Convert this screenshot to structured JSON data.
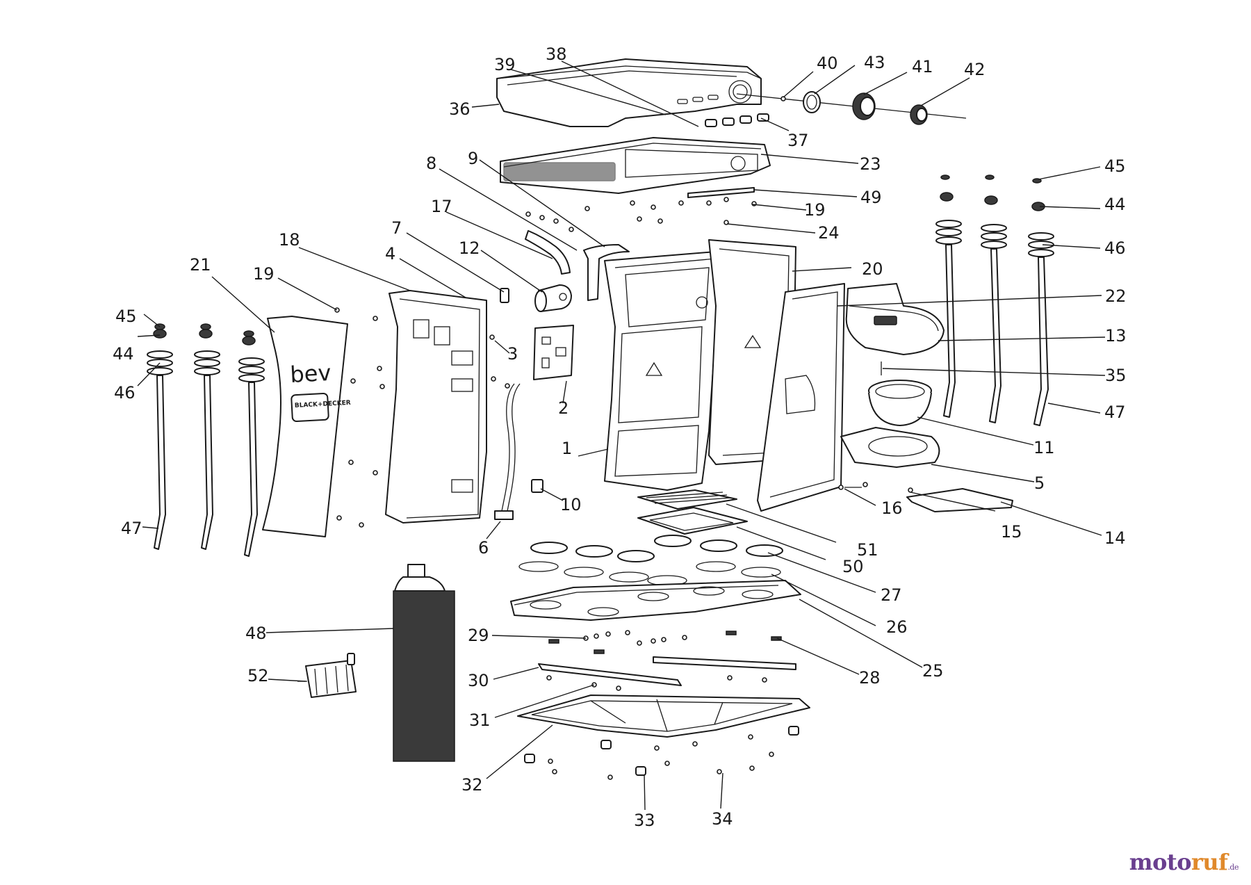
{
  "brand": {
    "product_logo": "bev",
    "maker_logo": "BLACK+DECKER"
  },
  "watermark": {
    "part1": "moto",
    "part2": "ruf",
    "suffix": ".de"
  },
  "callouts": [
    {
      "id": "1",
      "label": "1"
    },
    {
      "id": "2",
      "label": "2"
    },
    {
      "id": "3",
      "label": "3"
    },
    {
      "id": "4",
      "label": "4"
    },
    {
      "id": "5",
      "label": "5"
    },
    {
      "id": "6",
      "label": "6"
    },
    {
      "id": "7",
      "label": "7"
    },
    {
      "id": "8",
      "label": "8"
    },
    {
      "id": "9",
      "label": "9"
    },
    {
      "id": "10",
      "label": "10"
    },
    {
      "id": "11",
      "label": "11"
    },
    {
      "id": "12",
      "label": "12"
    },
    {
      "id": "13",
      "label": "13"
    },
    {
      "id": "14",
      "label": "14"
    },
    {
      "id": "15",
      "label": "15"
    },
    {
      "id": "16",
      "label": "16"
    },
    {
      "id": "17",
      "label": "17"
    },
    {
      "id": "18",
      "label": "18"
    },
    {
      "id": "19a",
      "label": "19"
    },
    {
      "id": "19b",
      "label": "19"
    },
    {
      "id": "20",
      "label": "20"
    },
    {
      "id": "21",
      "label": "21"
    },
    {
      "id": "22",
      "label": "22"
    },
    {
      "id": "23",
      "label": "23"
    },
    {
      "id": "24",
      "label": "24"
    },
    {
      "id": "25",
      "label": "25"
    },
    {
      "id": "26",
      "label": "26"
    },
    {
      "id": "27",
      "label": "27"
    },
    {
      "id": "28",
      "label": "28"
    },
    {
      "id": "29",
      "label": "29"
    },
    {
      "id": "30",
      "label": "30"
    },
    {
      "id": "31",
      "label": "31"
    },
    {
      "id": "32",
      "label": "32"
    },
    {
      "id": "33",
      "label": "33"
    },
    {
      "id": "34",
      "label": "34"
    },
    {
      "id": "35",
      "label": "35"
    },
    {
      "id": "36",
      "label": "36"
    },
    {
      "id": "37",
      "label": "37"
    },
    {
      "id": "38",
      "label": "38"
    },
    {
      "id": "39",
      "label": "39"
    },
    {
      "id": "40",
      "label": "40"
    },
    {
      "id": "41",
      "label": "41"
    },
    {
      "id": "42",
      "label": "42"
    },
    {
      "id": "43",
      "label": "43"
    },
    {
      "id": "44a",
      "label": "44"
    },
    {
      "id": "44b",
      "label": "44"
    },
    {
      "id": "45a",
      "label": "45"
    },
    {
      "id": "45b",
      "label": "45"
    },
    {
      "id": "46a",
      "label": "46"
    },
    {
      "id": "46b",
      "label": "46"
    },
    {
      "id": "47a",
      "label": "47"
    },
    {
      "id": "47b",
      "label": "47"
    },
    {
      "id": "48",
      "label": "48"
    },
    {
      "id": "49",
      "label": "49"
    },
    {
      "id": "50",
      "label": "50"
    },
    {
      "id": "51",
      "label": "51"
    },
    {
      "id": "52",
      "label": "52"
    }
  ]
}
